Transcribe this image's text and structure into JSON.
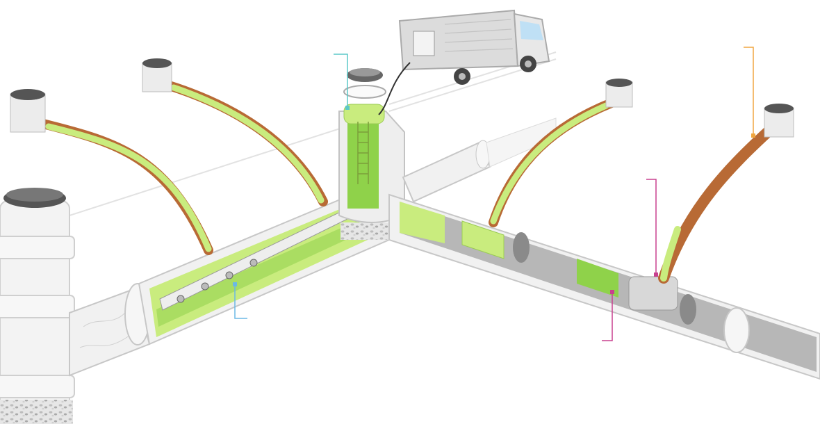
{
  "diagram": {
    "colors": {
      "liner_green": "#c9ec7e",
      "liner_green_dark": "#8fd24a",
      "host_pipe": "#f1f1f1",
      "host_pipe_stroke": "#c7c7c7",
      "old_pipe_brown": "#b86a35",
      "inner_grey": "#8a8a8a",
      "gravel": "#d7d7d7",
      "truck_body": "#dcdcdc",
      "truck_window": "#bfe0f5",
      "callout_teal": "#5bc8c8",
      "callout_blue": "#6bb8e6",
      "callout_orange": "#f0a640",
      "callout_magenta": "#c9408f"
    },
    "callouts": [
      {
        "name": "manhole-liner-callout",
        "color_key": "callout_teal"
      },
      {
        "name": "main-liner-callout",
        "color_key": "callout_blue"
      },
      {
        "name": "lateral-pipe-callout",
        "color_key": "callout_orange"
      },
      {
        "name": "lateral-connection-callout",
        "color_key": "callout_magenta"
      },
      {
        "name": "robot-cutter-callout",
        "color_key": "callout_magenta"
      }
    ]
  }
}
